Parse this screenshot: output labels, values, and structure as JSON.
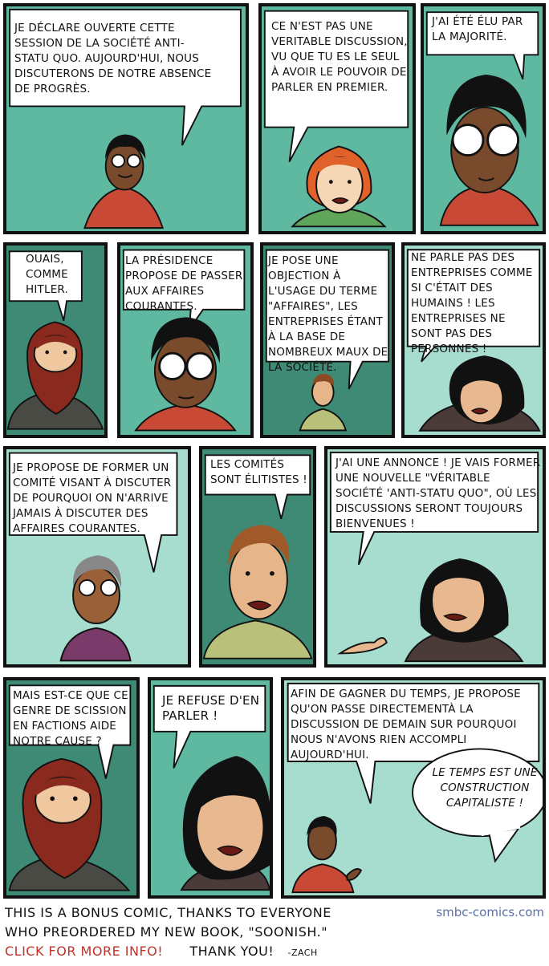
{
  "panels": [
    {
      "text": "Je déclare ouverte cette session de la société anti-statu quo. Aujourd'hui, nous discuterons de notre absence de progrès."
    },
    {
      "text": "Ce n'est pas une veritable discussion, vu que tu es le seul à avoir le pouvoir de parler en premier."
    },
    {
      "text": "J'ai été élu par la majorité."
    },
    {
      "text": "Ouais, comme Hitler."
    },
    {
      "text": "La présidence propose de passer aux affaires courantes."
    },
    {
      "text": "Je pose une objection à l'usage du terme \"affaires\", les entreprises étant à la base de nombreux maux de la société."
    },
    {
      "text": "Ne parle pas des entreprises comme si c'était des humains ! Les entreprises ne sont pas des personnes !"
    },
    {
      "text": "Je propose de former un comité visant à discuter de pourquoi on n'arrive jamais à discuter des affaires courantes."
    },
    {
      "text": "Les comités sont élitistes !"
    },
    {
      "text": "J'ai une annonce ! Je vais former une nouvelle \"véritable société 'anti-statu quo\", où les discussions seront toujours bienvenues !"
    },
    {
      "text": "Mais est-ce que ce genre de scission en factions aide notre cause ?"
    },
    {
      "text": "Je refuse d'en parler !"
    },
    {
      "text": "Afin de gagner du temps, je propose qu'on passe directementà la discussion de demain sur pourquoi nous n'avons rien accompli aujourd'hui."
    },
    {
      "text": "Le temps est une construction capitaliste !"
    }
  ],
  "footer": {
    "line1": "THIS IS A BONUS COMIC, THANKS TO EVERYONE",
    "line2": "WHO PREORDERED MY NEW BOOK, \"SOONISH.\"",
    "link": "CLICK FOR MORE INFO!",
    "thanks": "THANK YOU!",
    "signature": "-ZACH",
    "site": "smbc-comics.com"
  },
  "colors": {
    "teal": "#5fb8a0",
    "teal_dark": "#3f8a74",
    "mint": "#a7ddcf",
    "skin_dark": "#7a4a2c",
    "red_shirt": "#c84a36",
    "link_red": "#c0322a"
  }
}
